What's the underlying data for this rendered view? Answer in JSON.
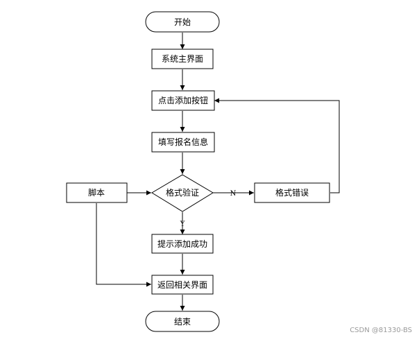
{
  "nodes": {
    "start": "开始",
    "main_ui": "系统主界面",
    "click_add": "点击添加按钮",
    "fill_info": "填写报名信息",
    "format_check": "格式验证",
    "format_error": "格式错误",
    "script": "脚本",
    "prompt_success": "提示添加成功",
    "return_ui": "返回相关界面",
    "end": "结束"
  },
  "edges": {
    "no_label": "N",
    "yes_label": "Y"
  },
  "watermark": "CSDN @81330-BS"
}
